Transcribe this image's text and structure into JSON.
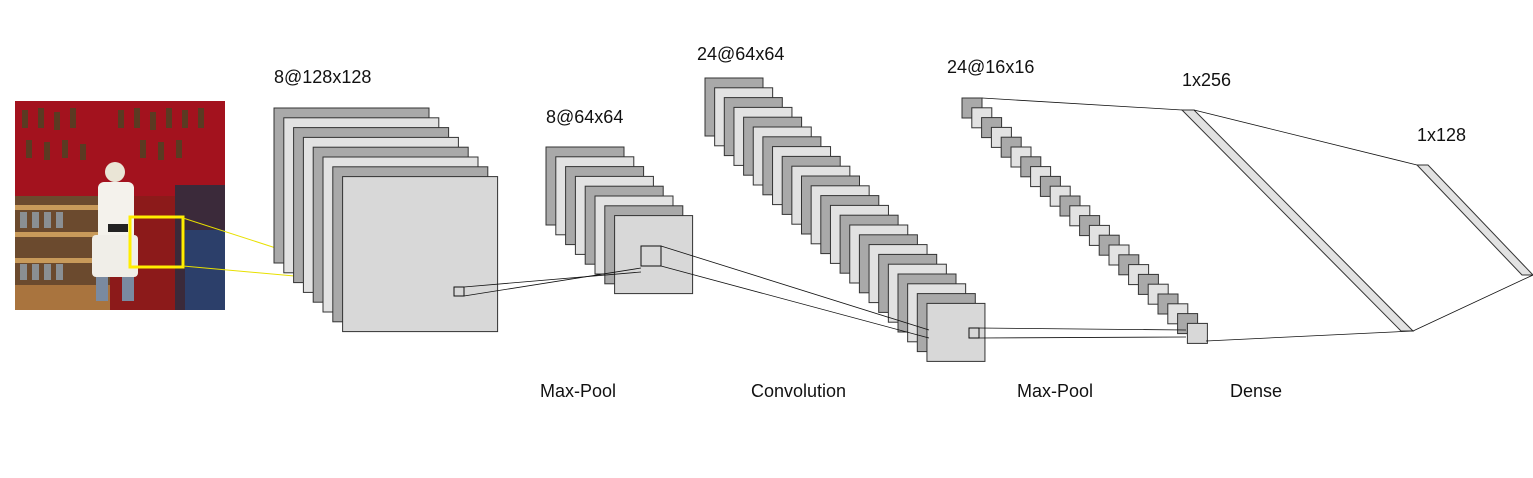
{
  "layers": [
    {
      "id": "conv1",
      "shape_label": "8@128x128"
    },
    {
      "id": "pool1",
      "shape_label": "8@64x64"
    },
    {
      "id": "conv2",
      "shape_label": "24@64x64"
    },
    {
      "id": "pool2",
      "shape_label": "24@16x16"
    },
    {
      "id": "dense1",
      "shape_label": "1x256"
    },
    {
      "id": "dense2",
      "shape_label": "1x128"
    }
  ],
  "operations": [
    {
      "id": "op-maxpool-1",
      "label": "Max-Pool"
    },
    {
      "id": "op-convolution",
      "label": "Convolution"
    },
    {
      "id": "op-maxpool-2",
      "label": "Max-Pool"
    },
    {
      "id": "op-dense",
      "label": "Dense"
    }
  ],
  "input_image": {
    "highlight_color": "#ffee00"
  },
  "colors": {
    "dark_map": "#a9a9a9",
    "light_map": "#e2e2e2",
    "front_map": "#d8d8d8",
    "stroke": "#333333",
    "connector": "#111111",
    "highlight_connector": "#e8e000"
  }
}
